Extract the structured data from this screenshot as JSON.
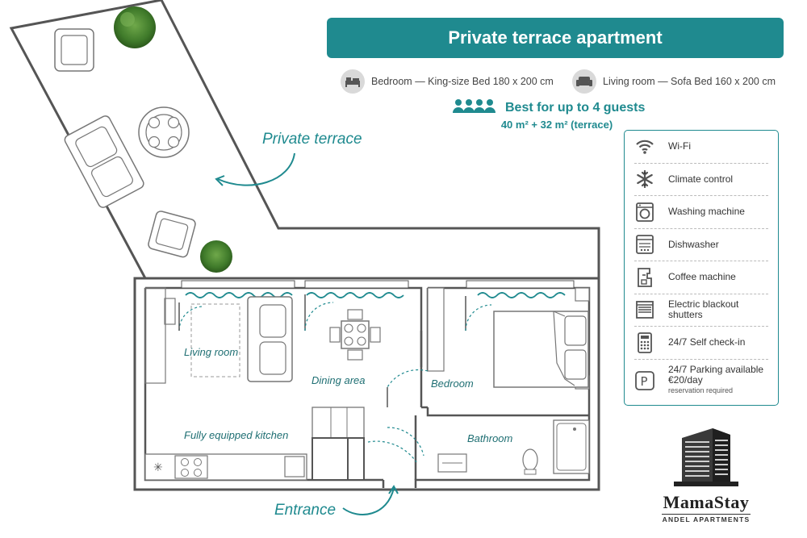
{
  "header": {
    "title": "Private terrace apartment",
    "beds": [
      {
        "icon": "bed-icon",
        "text": "Bedroom — King-size Bed 180 x 200 cm"
      },
      {
        "icon": "sofa-icon",
        "text": "Living room — Sofa Bed 160 x 200 cm"
      }
    ],
    "guests": "Best for up to 4 guests",
    "area": "40 m² + 32 m² (terrace)"
  },
  "amenities": [
    {
      "icon": "wifi-icon",
      "label": "Wi-Fi"
    },
    {
      "icon": "snowflake-icon",
      "label": "Climate control"
    },
    {
      "icon": "washing-machine-icon",
      "label": "Washing machine"
    },
    {
      "icon": "dishwasher-icon",
      "label": "Dishwasher"
    },
    {
      "icon": "coffee-machine-icon",
      "label": "Coffee machine"
    },
    {
      "icon": "shutters-icon",
      "label": "Electric blackout shutters"
    },
    {
      "icon": "keypad-icon",
      "label": "24/7 Self check-in"
    },
    {
      "icon": "parking-icon",
      "label": "24/7 Parking available €20/day",
      "note": "reservation required"
    }
  ],
  "rooms": {
    "terrace": "Private terrace",
    "living": "Living room",
    "dining": "Dining area",
    "bedroom": "Bedroom",
    "kitchen": "Fully equipped kitchen",
    "bathroom": "Bathroom",
    "entrance": "Entrance"
  },
  "logo": {
    "name": "MamaStay",
    "subtitle": "ANDEL APARTMENTS"
  },
  "colors": {
    "accent": "#1f8a8f",
    "wall": "#555555",
    "plant": "#3f7a2a"
  }
}
